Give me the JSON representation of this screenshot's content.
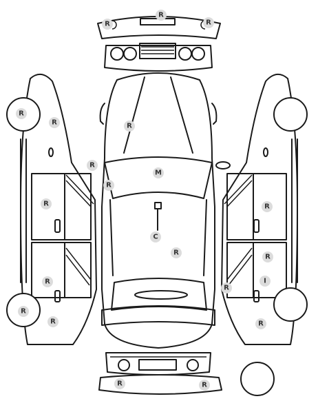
{
  "markers": {
    "front_bumper_center": "R",
    "front_bumper_left": "R",
    "front_bumper_right": "R",
    "hood": "R",
    "left_mirror": "R",
    "windshield": "M",
    "a_pillar_left": "R",
    "center_label": "C",
    "roof": "R",
    "left_front_wheel": "R",
    "left_front_fender": "R",
    "left_front_door": "R",
    "left_rear_door": "R",
    "left_rear_wheel": "R",
    "left_rear_quarter": "R",
    "right_front_door": "R",
    "right_rear_door_upper": "R",
    "right_rear_door_lower": "I",
    "right_rear_pillar": "R",
    "right_rear_quarter": "R",
    "rear_bumper_left": "R",
    "rear_bumper_right": "R"
  }
}
